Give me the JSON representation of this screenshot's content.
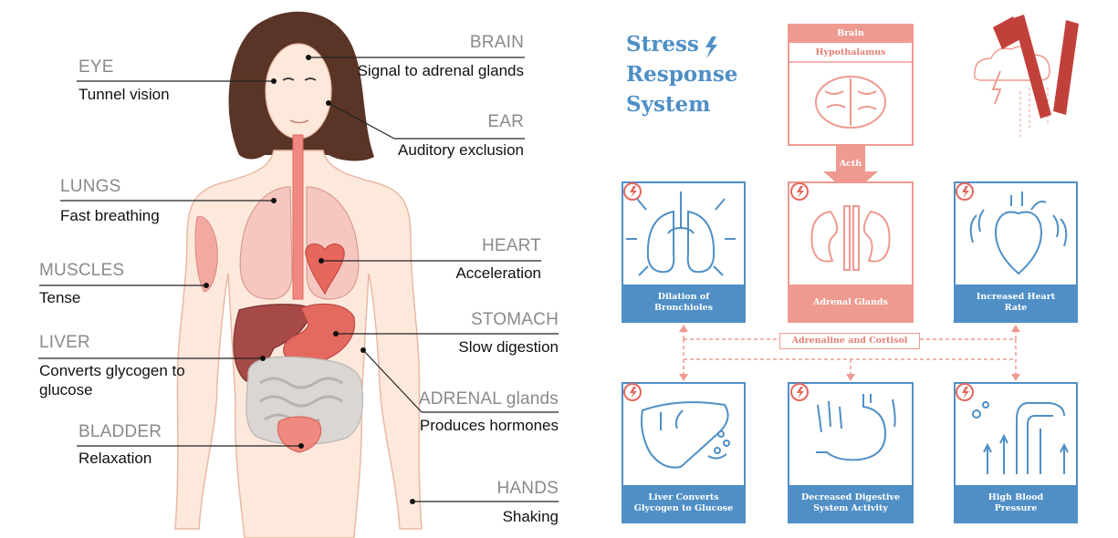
{
  "left_diagram": {
    "labels": [
      {
        "id": "brain",
        "organ": "BRAIN",
        "effect": "Signal to adrenal glands"
      },
      {
        "id": "eye",
        "organ": "EYE",
        "effect": "Tunnel vision"
      },
      {
        "id": "ear",
        "organ": "EAR",
        "effect": "Auditory exclusion"
      },
      {
        "id": "lungs",
        "organ": "LUNGS",
        "effect": "Fast breathing"
      },
      {
        "id": "heart",
        "organ": "HEART",
        "effect": "Acceleration"
      },
      {
        "id": "muscles",
        "organ": "MUSCLES",
        "effect": "Tense"
      },
      {
        "id": "stomach",
        "organ": "STOMACH",
        "effect": "Slow digestion"
      },
      {
        "id": "liver",
        "organ": "LIVER",
        "effect": "Converts glycogen to glucose"
      },
      {
        "id": "adrenal",
        "organ": "ADRENAL glands",
        "effect": "Produces hormones"
      },
      {
        "id": "bladder",
        "organ": "BLADDER",
        "effect": "Relaxation"
      },
      {
        "id": "hands",
        "organ": "HANDS",
        "effect": "Shaking"
      }
    ]
  },
  "right_diagram": {
    "title": "Stress\nResponse\nSystem",
    "brain_header": "Brain",
    "brain_subheader": "Hypothalamus",
    "arrow_label": "Acth",
    "hub_label": "Adrenaline and Cortisol",
    "boxes": [
      {
        "id": "bronchioles",
        "caption": "Dilation of Bronchioles"
      },
      {
        "id": "adrenal",
        "caption": "Adrenal Glands"
      },
      {
        "id": "heart_rate",
        "caption": "Increased Heart Rate"
      },
      {
        "id": "liver",
        "caption": "Liver Converts Glycogen to Glucose"
      },
      {
        "id": "digestive",
        "caption": "Decreased Digestive System Activity"
      },
      {
        "id": "blood_pressure",
        "caption": "High Blood Pressure"
      }
    ],
    "colors": {
      "blue": "#4f8fc6",
      "pink": "#ee9a90",
      "red": "#c2403a"
    }
  }
}
